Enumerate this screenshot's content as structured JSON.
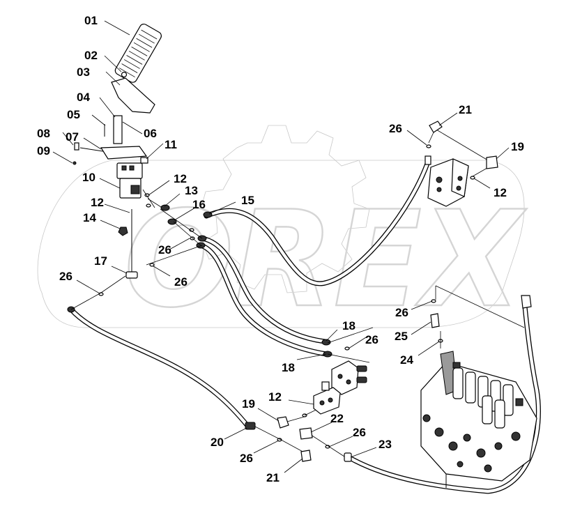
{
  "watermark": {
    "text": "OREX"
  },
  "labels": [
    {
      "id": "l01",
      "text": "01"
    },
    {
      "id": "l02",
      "text": "02"
    },
    {
      "id": "l03",
      "text": "03"
    },
    {
      "id": "l04",
      "text": "04"
    },
    {
      "id": "l05",
      "text": "05"
    },
    {
      "id": "l06",
      "text": "06"
    },
    {
      "id": "l07",
      "text": "07"
    },
    {
      "id": "l08",
      "text": "08"
    },
    {
      "id": "l09",
      "text": "09"
    },
    {
      "id": "l10",
      "text": "10"
    },
    {
      "id": "l11",
      "text": "11"
    },
    {
      "id": "l12a",
      "text": "12"
    },
    {
      "id": "l12b",
      "text": "12"
    },
    {
      "id": "l12c",
      "text": "12"
    },
    {
      "id": "l12d",
      "text": "12"
    },
    {
      "id": "l13",
      "text": "13"
    },
    {
      "id": "l14",
      "text": "14"
    },
    {
      "id": "l15",
      "text": "15"
    },
    {
      "id": "l16",
      "text": "16"
    },
    {
      "id": "l17",
      "text": "17"
    },
    {
      "id": "l18a",
      "text": "18"
    },
    {
      "id": "l18b",
      "text": "18"
    },
    {
      "id": "l19a",
      "text": "19"
    },
    {
      "id": "l19b",
      "text": "19"
    },
    {
      "id": "l20",
      "text": "20"
    },
    {
      "id": "l21a",
      "text": "21"
    },
    {
      "id": "l21b",
      "text": "21"
    },
    {
      "id": "l22",
      "text": "22"
    },
    {
      "id": "l23",
      "text": "23"
    },
    {
      "id": "l24",
      "text": "24"
    },
    {
      "id": "l25",
      "text": "25"
    },
    {
      "id": "l26a",
      "text": "26"
    },
    {
      "id": "l26b",
      "text": "26"
    },
    {
      "id": "l26c",
      "text": "26"
    },
    {
      "id": "l26d",
      "text": "26"
    },
    {
      "id": "l26e",
      "text": "26"
    },
    {
      "id": "l26f",
      "text": "26"
    },
    {
      "id": "l26g",
      "text": "26"
    },
    {
      "id": "l26h",
      "text": "26"
    }
  ]
}
